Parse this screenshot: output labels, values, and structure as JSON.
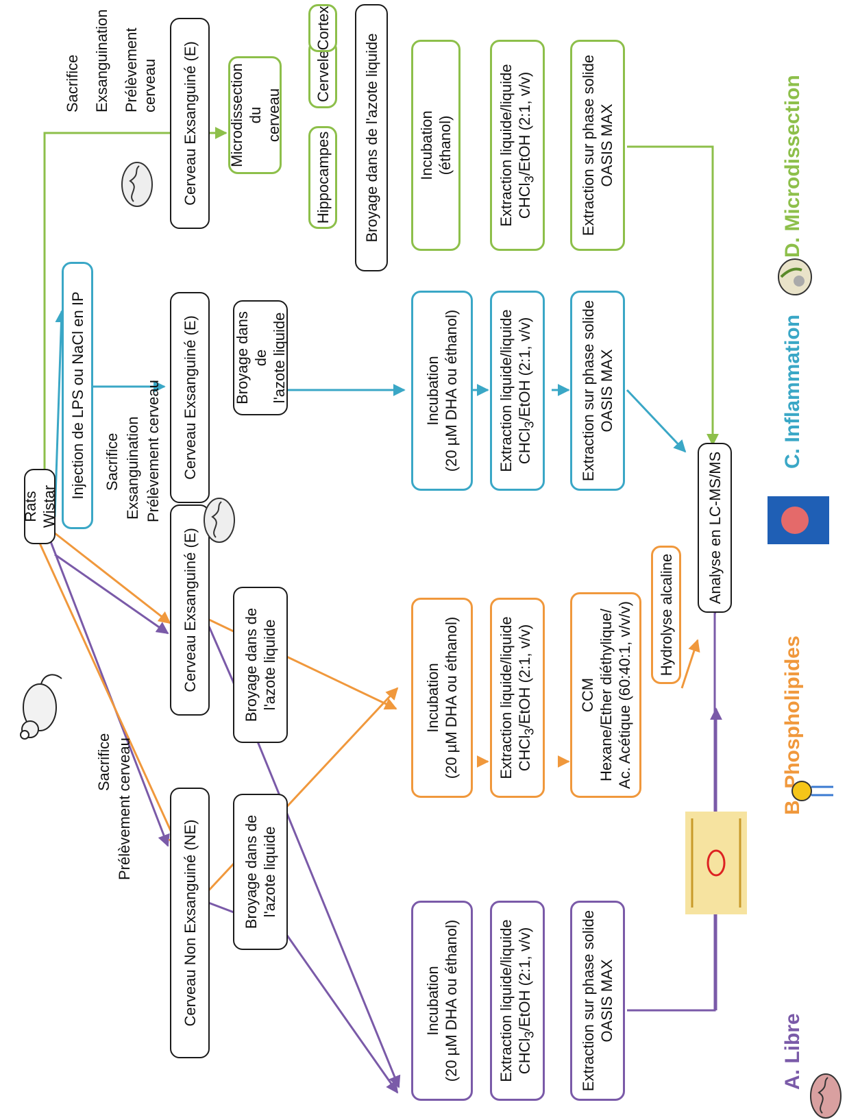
{
  "colors": {
    "purple": "#7a5aa8",
    "orange": "#f0983c",
    "blue": "#3aa7c6",
    "green": "#8dbf4a",
    "black": "#1a1a1a"
  },
  "nodes": {
    "rats": "Rats Wistar",
    "injection": "Injection de LPS ou NaCl en IP",
    "cerveau_ne": "Cerveau Non Exsanguiné (NE)",
    "cerveau_e_ab": "Cerveau Exsanguiné (E)",
    "cerveau_e_c": "Cerveau Exsanguiné (E)",
    "cerveau_e_d": "Cerveau Exsanguiné (E)",
    "broyage_ne": [
      "Broyage dans de",
      "l'azote liquide"
    ],
    "broyage_e_ab": [
      "Broyage dans de",
      "l'azote liquide"
    ],
    "broyage_c": [
      "Broyage dans de",
      "l'azote liquide"
    ],
    "microdissection": [
      "Microdissection du",
      "cerveau"
    ],
    "hippocampes": "Hippocampes",
    "cervelet": "Cervelet",
    "cortex": "Cortex",
    "broyage_d": "Broyage dans de l'azote liquide",
    "incubation_a": [
      "Incubation",
      "(20 µM DHA ou éthanol)"
    ],
    "incubation_b": [
      "Incubation",
      "(20 µM DHA ou éthanol)"
    ],
    "incubation_c": [
      "Incubation",
      "(20 µM DHA ou éthanol)"
    ],
    "incubation_d": [
      "Incubation",
      "(éthanol)"
    ],
    "extraction_ll": {
      "line1": "Extraction liquide/liquide",
      "line2_pre": "CHCl",
      "line2_sub": "3",
      "line2_post": "/EtOH (2:1, v/v)"
    },
    "spe": [
      "Extraction sur phase solide",
      "OASIS MAX"
    ],
    "ccm": [
      "CCM",
      "Hexane/Ether diéthylique/",
      "Ac. Acétique (60:40:1, v/v/v)"
    ],
    "hydrolyse": "Hydrolyse alcaline",
    "analyse": "Analyse en LC-MS/MS"
  },
  "labels": {
    "ab_sacrifice": "Sacrifice",
    "ab_prelevement": "Prélèvement cerveau",
    "c_sacrifice": "Sacrifice",
    "c_exsanguination": "Exsanguination",
    "c_prelevement": "Prélèvement cerveau",
    "d_sacrifice": "Sacrifice",
    "d_exsanguination": "Exsanguination",
    "d_prelevement1": "Prélèvement",
    "d_prelevement2": "cerveau"
  },
  "panels": {
    "a": "A. Libre",
    "b": "B. Phospholipides",
    "c": "C. Inflammation",
    "d": "D. Microdissection"
  },
  "icons": [
    "rat-icon",
    "brain-icon",
    "membrane-icon",
    "phospholipid-icon",
    "head-scan-icon",
    "dissected-brain-icon"
  ]
}
